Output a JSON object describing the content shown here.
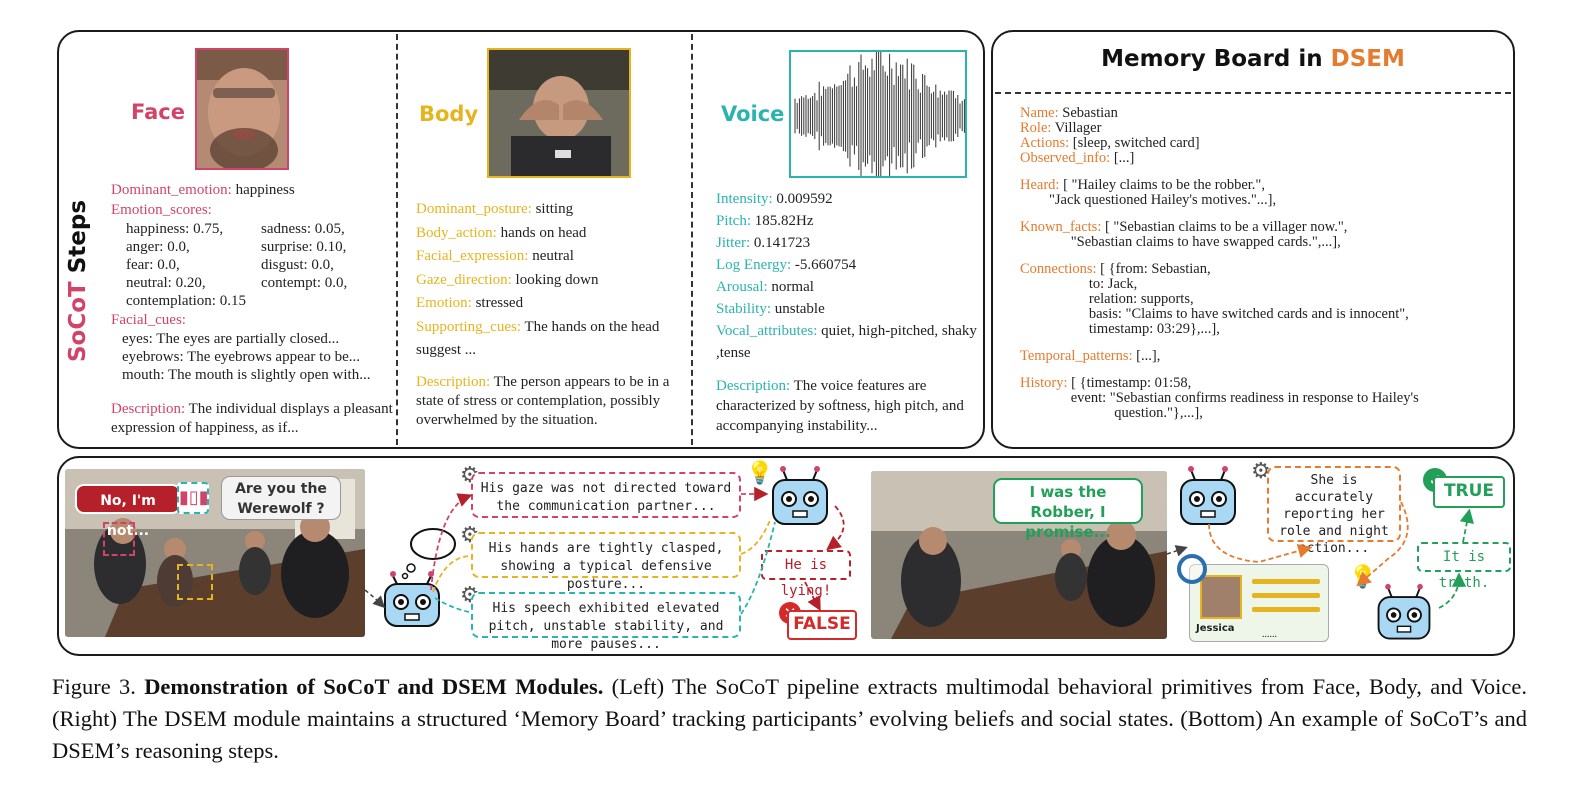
{
  "socot": {
    "side_label_a": "SoCoT",
    "side_label_b": " Steps",
    "face": {
      "title": "Face",
      "dominant_emotion_key": "Dominant_emotion:",
      "dominant_emotion_val": " happiness",
      "emotion_scores_key": "Emotion_scores:",
      "scores": [
        [
          "happiness: 0.75,",
          "sadness: 0.05,"
        ],
        [
          "anger: 0.0,",
          "surprise: 0.10,"
        ],
        [
          "fear: 0.0,",
          "disgust: 0.0,"
        ],
        [
          "neutral: 0.20,",
          "contempt: 0.0,"
        ],
        [
          "contemplation: 0.15",
          ""
        ]
      ],
      "facial_cues_key": "Facial_cues:",
      "cues": [
        "eyes: The eyes are partially closed...",
        "eyebrows: The eyebrows appear to be...",
        "mouth: The mouth is slightly open with..."
      ],
      "description_key": "Description:",
      "description_val": " The individual displays a pleasant expression of happiness, as if..."
    },
    "body": {
      "title": "Body",
      "fields": [
        {
          "k": "Dominant_posture:",
          "v": " sitting"
        },
        {
          "k": "Body_action:",
          "v": " hands on head"
        },
        {
          "k": "Facial_expression:",
          "v": " neutral"
        },
        {
          "k": "Gaze_direction:",
          "v": " looking down"
        },
        {
          "k": "Emotion:",
          "v": " stressed"
        },
        {
          "k": "Supporting_cues:",
          "v": " The hands on the head suggest ..."
        }
      ],
      "description_key": "Description:",
      "description_val": " The person appears to be in a state of stress or contemplation, possibly overwhelmed by the situation."
    },
    "voice": {
      "title": "Voice",
      "fields": [
        {
          "k": "Intensity:",
          "v": " 0.009592"
        },
        {
          "k": "Pitch:",
          "v": " 185.82Hz"
        },
        {
          "k": "Jitter:",
          "v": " 0.141723"
        },
        {
          "k": "Log Energy:",
          "v": " -5.660754"
        },
        {
          "k": "Arousal:",
          "v": " normal"
        },
        {
          "k": "Stability:",
          "v": " unstable"
        },
        {
          "k": "Vocal_attributes:",
          "v": " quiet, high-pitched, shaky ,tense"
        }
      ],
      "description_key": "Description:",
      "description_val": " The voice features are characterized by softness, high pitch, and accompanying instability..."
    }
  },
  "memory": {
    "title_a": "Memory Board in ",
    "title_b": "DSEM",
    "entries": [
      {
        "k": "Name:",
        "v": " Sebastian"
      },
      {
        "k": "Role:",
        "v": " Villager"
      },
      {
        "k": "Actions:",
        "v": " [sleep, switched card]"
      },
      {
        "k": "Observed_info:",
        "v": " [...]"
      }
    ],
    "heard_k": "Heard:",
    "heard_v": " [ \"Hailey claims to be the robber.\",\n        \"Jack questioned Hailey's motives.\"...],",
    "known_k": "Known_facts:",
    "known_v": " [ \"Sebastian claims to be a villager now.\",\n              \"Sebastian claims to have swapped cards.\",...],",
    "conn_k": "Connections:",
    "conn_v": " [ {from: Sebastian,\n                   to: Jack,\n                   relation: supports,\n                   basis: \"Claims to have switched cards and is innocent\",\n                   timestamp: 03:29},...],",
    "temporal_k": "Temporal_patterns:",
    "temporal_v": " [...],",
    "history_k": "History:",
    "history_v": " [ {timestamp: 01:58,\n              event: \"Sebastian confirms readiness in response to Hailey's\n                          question.\"},...],"
  },
  "example": {
    "bubble_no": "No, I'm not...",
    "bubble_q": "Are you the Werewolf ?",
    "thought1": "His gaze was not directed toward the communication partner...",
    "thought2": "His hands are tightly clasped, showing a typical defensive posture...",
    "thought3": "His speech exhibited elevated pitch, unstable stability, and more pauses...",
    "lying": "He is lying!",
    "false_label": "FALSE",
    "bubble_robber": "I was the Robber, I promise...",
    "thought4": "She is accurately reporting her role and night action...",
    "jessica": "Jessica",
    "dots": "......",
    "truth": "It is truth.",
    "true_label": "TRUE"
  },
  "caption": {
    "fig": "Figure 3.",
    "bold": "Demonstration of SoCoT and DSEM Modules.",
    "rest": "(Left) The SoCoT pipeline extracts multimodal behavioral primitives from Face, Body, and Voice. (Right) The DSEM module maintains a structured ‘Memory Board’ tracking participants’ evolving beliefs and social states. (Bottom) An example of SoCoT’s and DSEM’s reasoning steps."
  },
  "colors": {
    "face": "#d1446a",
    "body": "#e6b41e",
    "voice": "#2ab4ad",
    "dsem": "#e57b2e",
    "true": "#22a05a",
    "false": "#d42a2a"
  }
}
